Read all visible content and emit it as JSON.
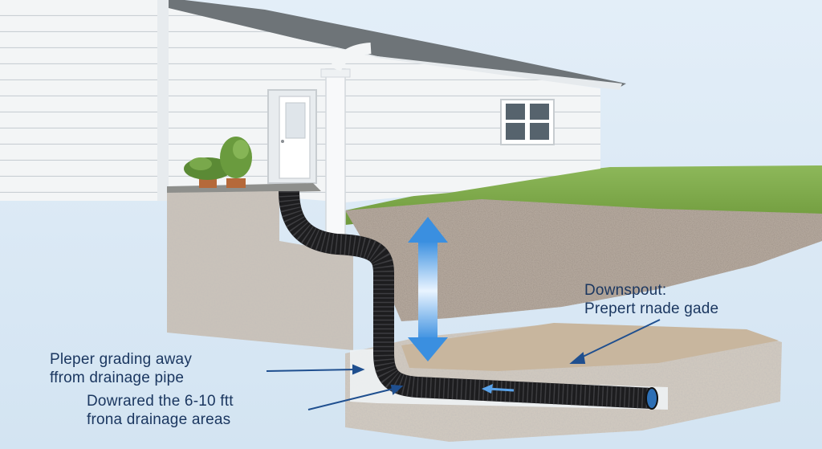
{
  "callouts": {
    "downspout": {
      "line1": "Downspout:",
      "line2": "Prepert rnade gade"
    },
    "grading": {
      "line1": "Pleper grading away",
      "line2": "ffrom drainage pipe"
    },
    "distance": {
      "line1": "Dowrared the 6-10 ftt",
      "line2": "frona drainage areas"
    }
  },
  "colors": {
    "sky": "#dceaf5",
    "siding": "#f4f6f7",
    "roof": "#6e7478",
    "grass": "#7ea64a",
    "soil": "#6b5a4c",
    "gravel": "#b7aea4",
    "pipe": "#1d1d1f",
    "arrow": "#3a8fe0",
    "label": "#1b3760"
  },
  "icons": [
    "double-headed-arrow",
    "flow-arrow",
    "potted-plant"
  ]
}
